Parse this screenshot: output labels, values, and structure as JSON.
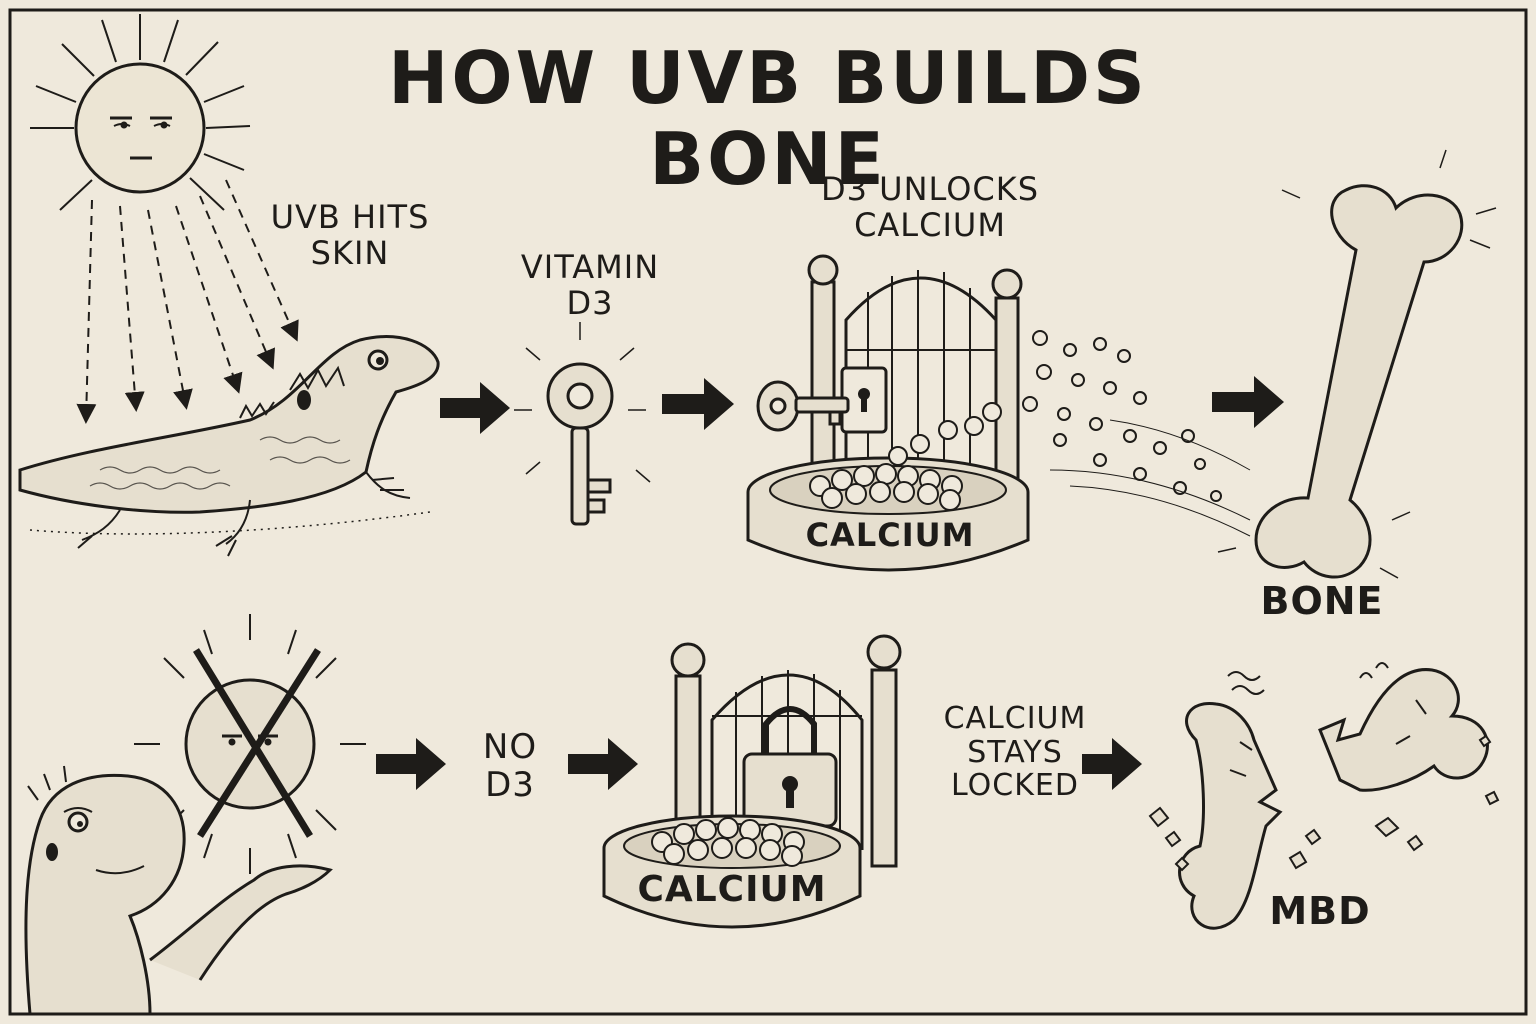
{
  "title": "HOW UVB BUILDS BONE",
  "top_row": {
    "uvb_label": "UVB HITS\nSKIN",
    "vitamin_label": "VITAMIN\nD3",
    "unlock_label": "D3 UNLOCKS\nCALCIUM",
    "bowl_label": "CALCIUM",
    "bone_label": "BONE"
  },
  "bottom_row": {
    "no_d3_label": "NO\nD3",
    "bowl_label": "CALCIUM",
    "stays_label": "CALCIUM\nSTAYS\nLOCKED",
    "mbd_label": "MBD"
  },
  "colors": {
    "paper": "#efe9dc",
    "ink": "#1e1c19",
    "shade": "#e2dccd"
  }
}
